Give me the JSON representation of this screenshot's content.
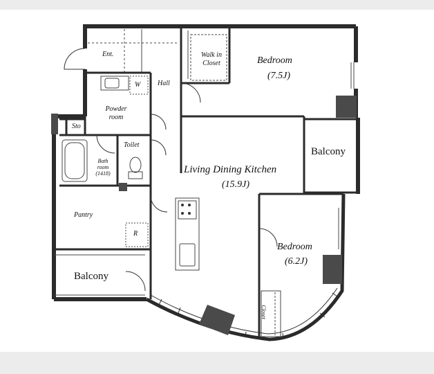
{
  "rooms": {
    "entrance": "Ent.",
    "walk_in_closet": "Walk in Closet",
    "bedroom_1": "Bedroom",
    "bedroom_1_size": "(7.5J)",
    "hall": "Hall",
    "washer": "W",
    "powder_room": "Powder room",
    "storage": "Sto",
    "toilet": "Toilet",
    "bath_room": "Bath room",
    "bath_room_size": "(1418)",
    "ldk": "Living Dining Kitchen",
    "ldk_size": "(15.9J)",
    "balcony_east": "Balcony",
    "pantry": "Pantry",
    "refrigerator": "R",
    "balcony_west": "Balcony",
    "bedroom_2": "Bedroom",
    "bedroom_2_size": "(6.2J)",
    "closet": "Closet"
  },
  "colors": {
    "page_band": "#ececec",
    "wall": "#2b2b2b",
    "column": "#4a4a4a",
    "line": "#333333"
  }
}
